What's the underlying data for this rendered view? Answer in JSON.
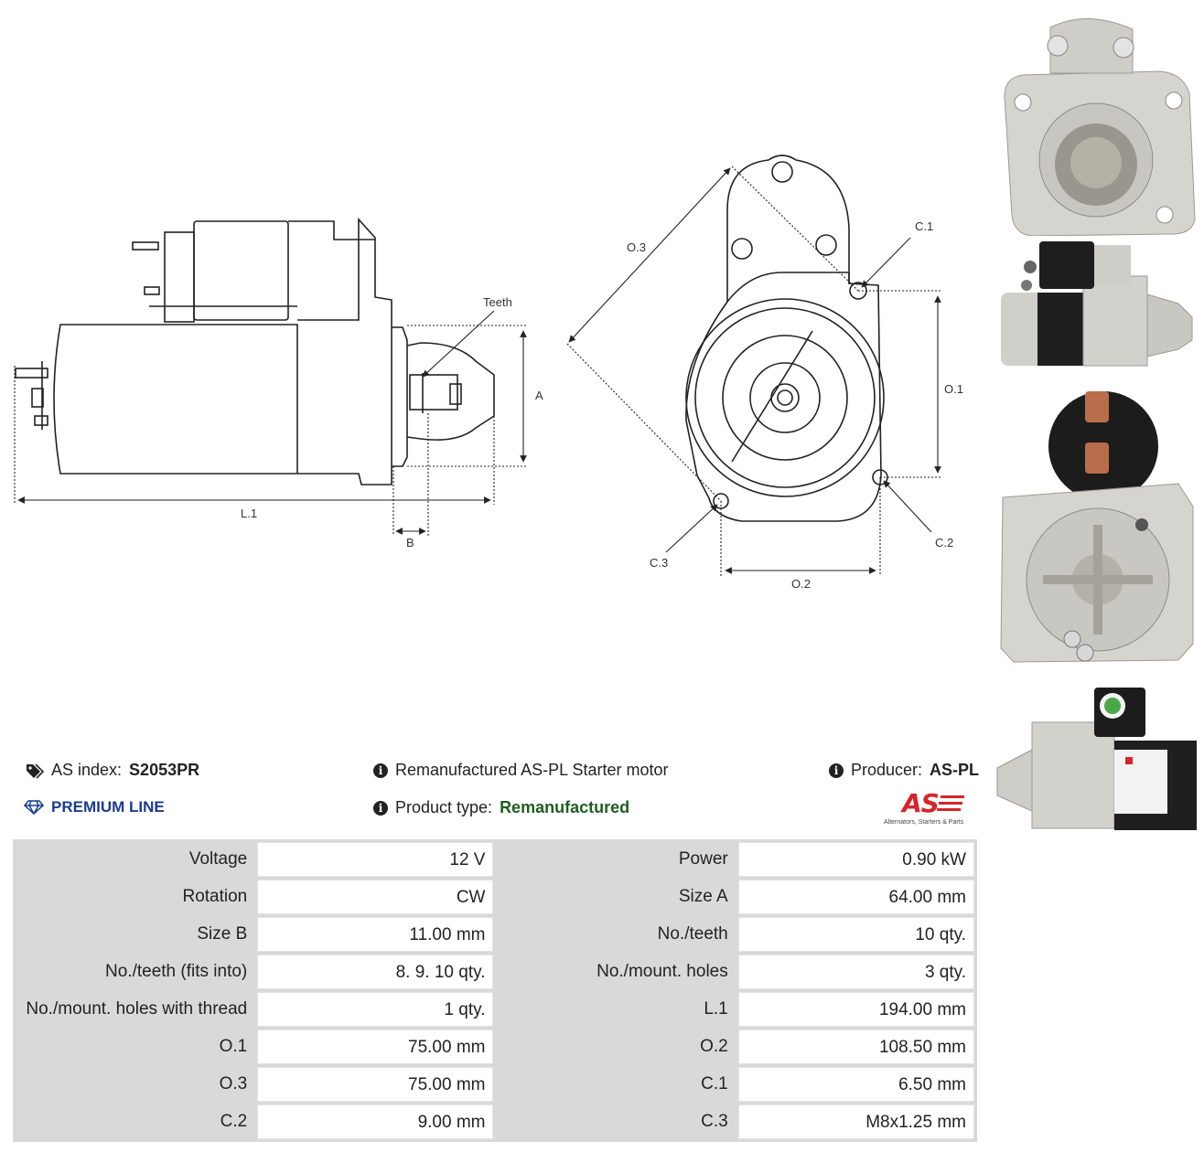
{
  "diagram": {
    "labels": {
      "teeth": "Teeth",
      "a": "A",
      "b": "B",
      "l1": "L.1",
      "o1": "O.1",
      "o2": "O.2",
      "o3": "O.3",
      "c1": "C.1",
      "c2": "C.2",
      "c3": "C.3"
    }
  },
  "photos": [
    {
      "icon": "starter-photo-front-flange"
    },
    {
      "icon": "starter-photo-side-view"
    },
    {
      "icon": "starter-photo-rear-flange"
    },
    {
      "icon": "starter-photo-side-label"
    }
  ],
  "header": {
    "as_index_label": "AS index:",
    "as_index_value": "S2053PR",
    "premium_line": "PREMIUM LINE",
    "description": "Remanufactured AS-PL Starter motor",
    "product_type_label": "Product type:",
    "product_type_value": "Remanufactured",
    "producer_label": "Producer:",
    "producer_value": "AS-PL",
    "logo_text": "AS",
    "logo_tagline": "Alternators, Starters & Parts",
    "colors": {
      "premium": "#1a3c8f",
      "product_type": "#1e5e1e",
      "logo_red": "#d8232a"
    }
  },
  "specs": [
    [
      {
        "k": "Voltage",
        "v": "12 V"
      },
      {
        "k": "Power",
        "v": "0.90 kW"
      }
    ],
    [
      {
        "k": "Rotation",
        "v": "CW"
      },
      {
        "k": "Size A",
        "v": "64.00 mm"
      }
    ],
    [
      {
        "k": "Size B",
        "v": "11.00 mm"
      },
      {
        "k": "No./teeth",
        "v": "10 qty."
      }
    ],
    [
      {
        "k": "No./teeth (fits into)",
        "v": "8. 9. 10 qty."
      },
      {
        "k": "No./mount. holes",
        "v": "3 qty."
      }
    ],
    [
      {
        "k": "No./mount. holes with thread",
        "v": "1 qty."
      },
      {
        "k": "L.1",
        "v": "194.00 mm"
      }
    ],
    [
      {
        "k": "O.1",
        "v": "75.00 mm"
      },
      {
        "k": "O.2",
        "v": "108.50 mm"
      }
    ],
    [
      {
        "k": "O.3",
        "v": "75.00 mm"
      },
      {
        "k": "C.1",
        "v": "6.50 mm"
      }
    ],
    [
      {
        "k": "C.2",
        "v": "9.00 mm"
      },
      {
        "k": "C.3",
        "v": "M8x1.25 mm"
      }
    ]
  ]
}
